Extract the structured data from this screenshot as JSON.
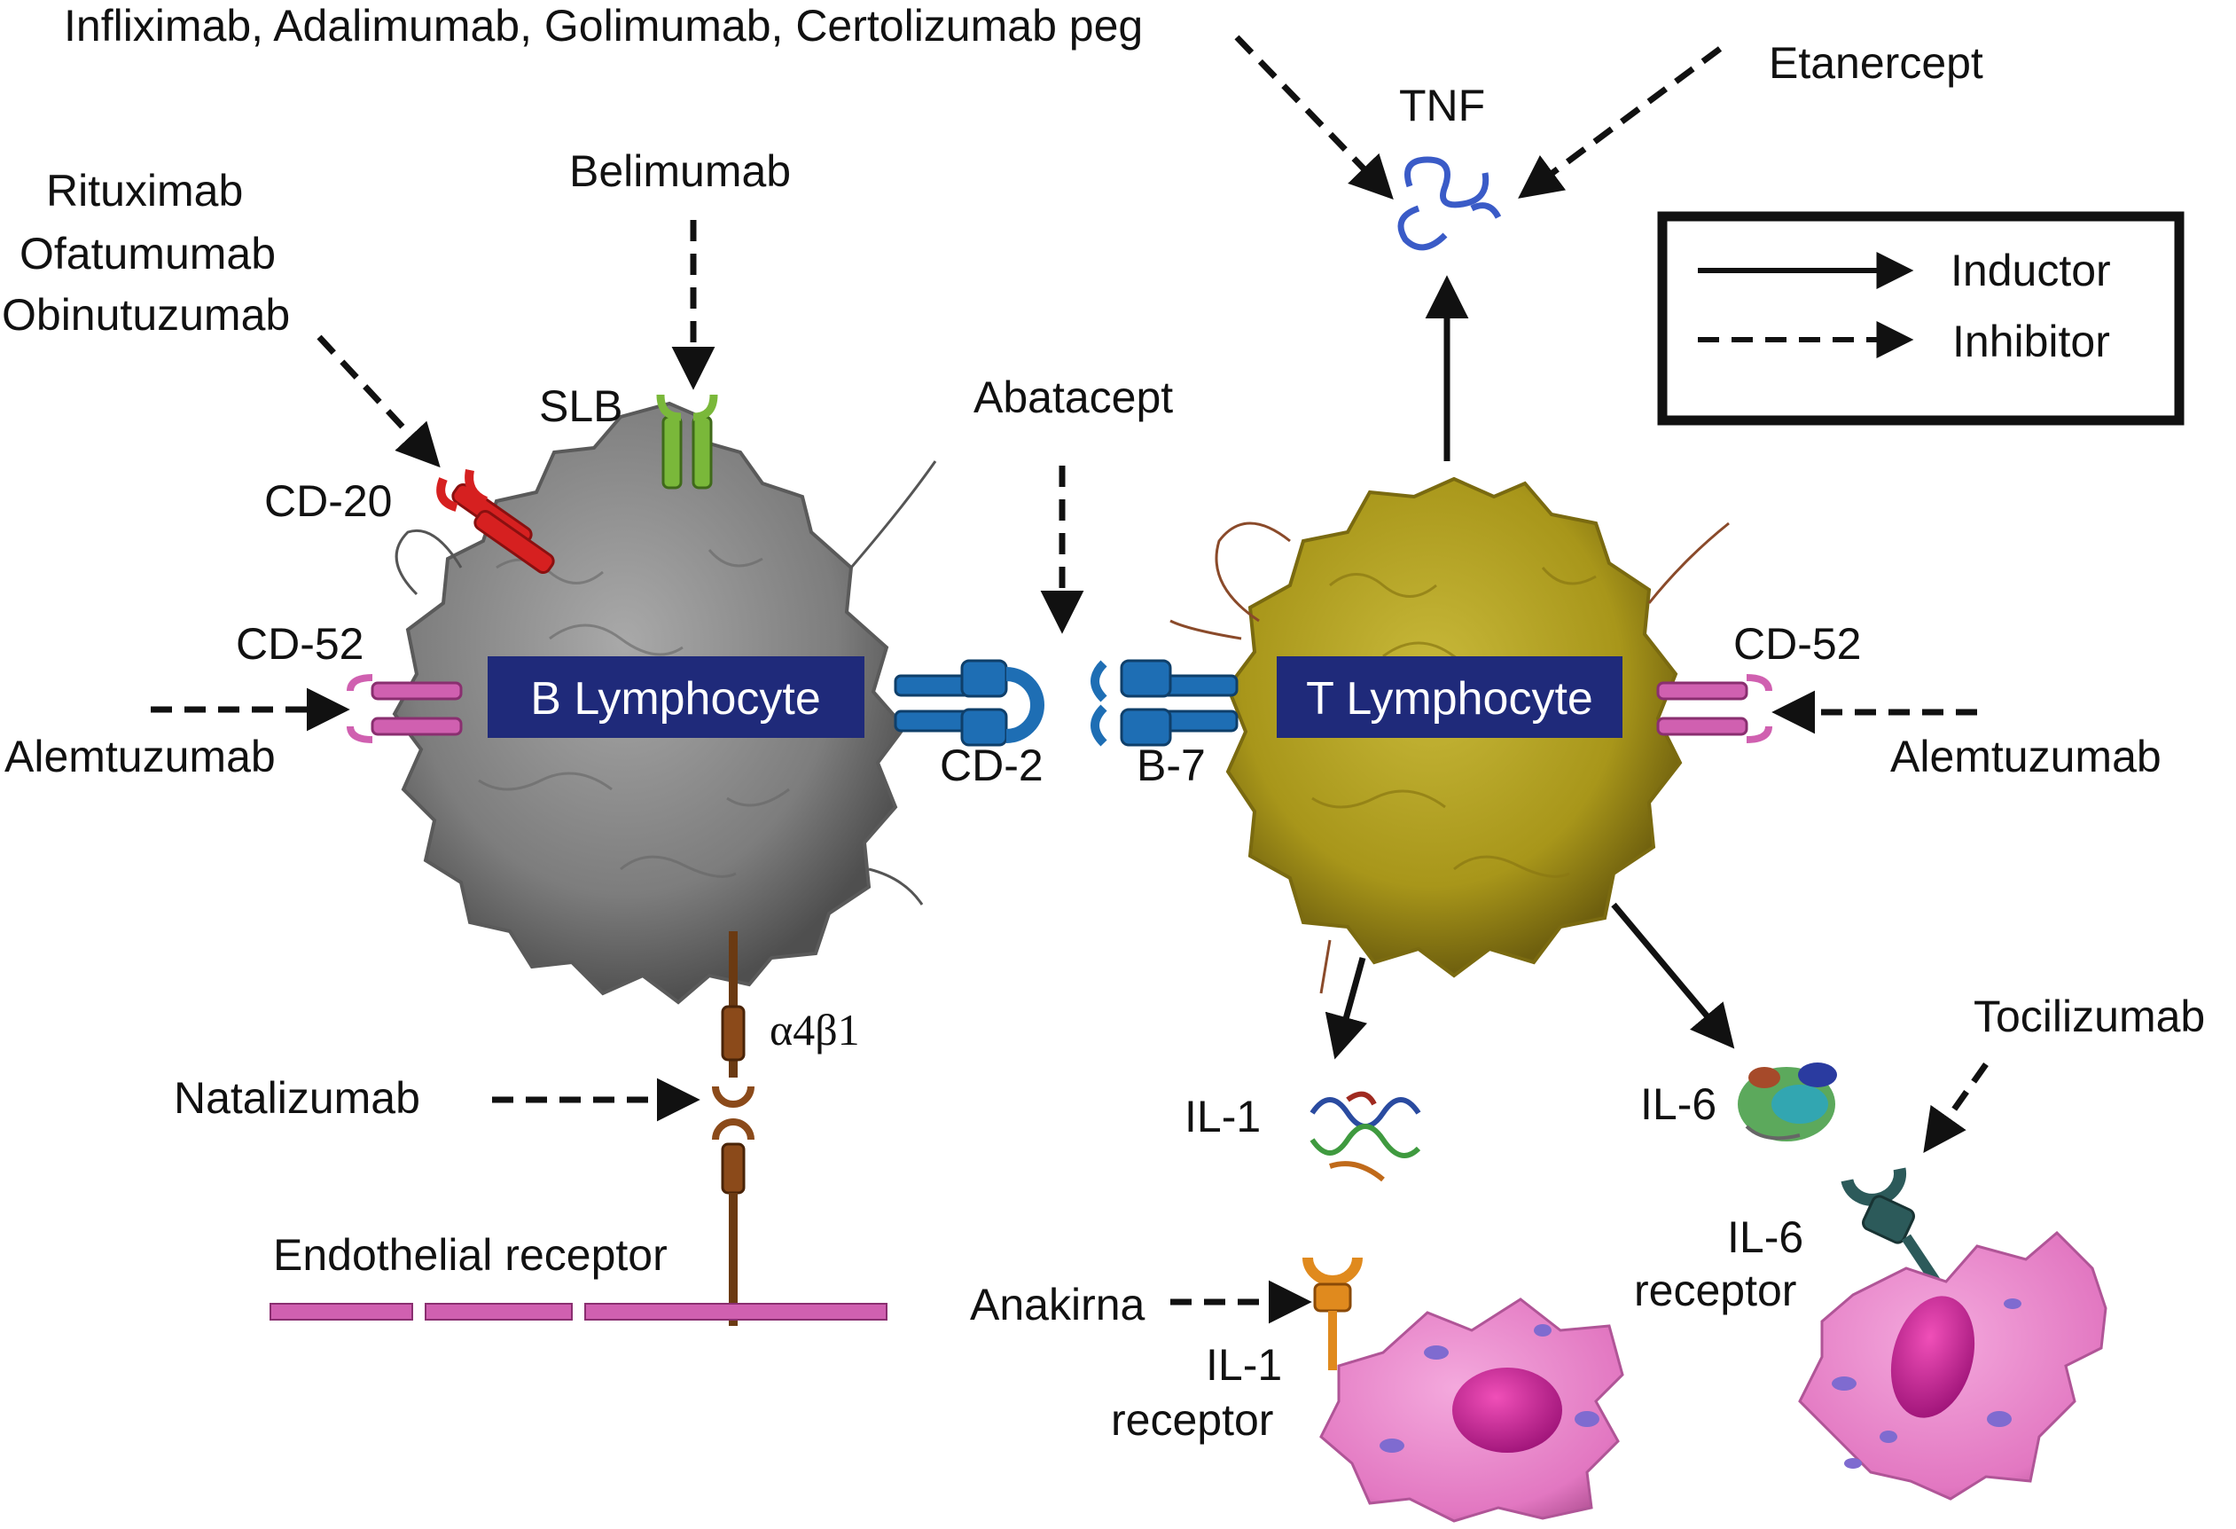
{
  "drugs": {
    "anti_tnf_mabs": "Infliximab, Adalimumab, Golimumab, Certolizumab peg",
    "etanercept": "Etanercept",
    "rituximab": "Rituximab",
    "ofatumumab": "Ofatumumab",
    "obinutuzumab": "Obinutuzumab",
    "belimumab": "Belimumab",
    "abatacept": "Abatacept",
    "alemtuzumab_left": "Alemtuzumab",
    "alemtuzumab_right": "Alemtuzumab",
    "natalizumab": "Natalizumab",
    "tocilizumab": "Tocilizumab",
    "anakinra": "Anakirna"
  },
  "targets": {
    "tnf": "TNF",
    "slb": "SLB",
    "cd20": "CD-20",
    "cd52_left": "CD-52",
    "cd52_right": "CD-52",
    "cd2": "CD-2",
    "b7": "B-7",
    "a4b1": "α4β1",
    "endothelial_receptor": "Endothelial receptor",
    "il1": "IL-1",
    "il6": "IL-6",
    "il1_receptor_l1": "IL-1",
    "il1_receptor_l2": "receptor",
    "il6_receptor_l1": "IL-6",
    "il6_receptor_l2": "receptor"
  },
  "cells": {
    "b_lymphocyte": "B Lymphocyte",
    "t_lymphocyte": "T Lymphocyte"
  },
  "legend": {
    "inductor": "Inductor",
    "inhibitor": "Inhibitor"
  },
  "colors": {
    "b_cell": "#8c8c8c",
    "t_cell": "#b0a020",
    "label_box": "#1f2a7a",
    "cd20": "#d62020",
    "slb": "#7ab83a",
    "cd52": "#d060b0",
    "cd2_b7": "#1e6eb4",
    "integrin": "#6b3a12",
    "macrophage": "#e77fc6",
    "il1_receptor": "#e08a1e",
    "il6_receptor": "#2c5a5a"
  }
}
